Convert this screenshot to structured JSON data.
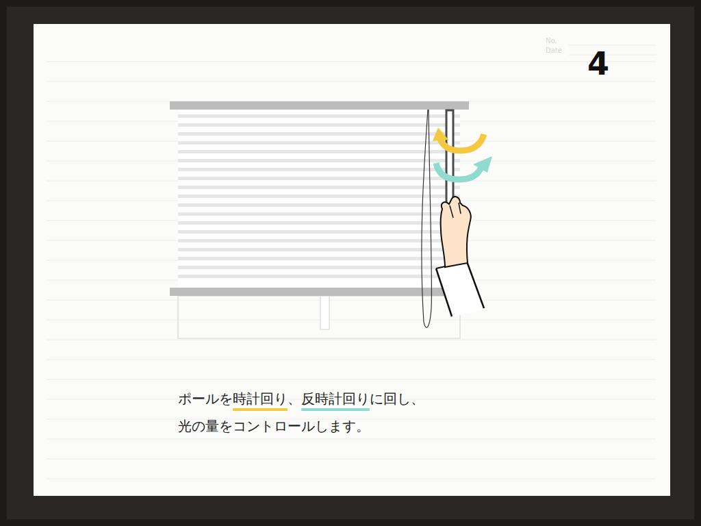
{
  "diagram": {
    "labels": [
      "No.",
      "Date",
      "4",
      "ポールを時計回り、反時計回りに回し、",
      "光の量をコントロールします。"
    ]
  }
}
